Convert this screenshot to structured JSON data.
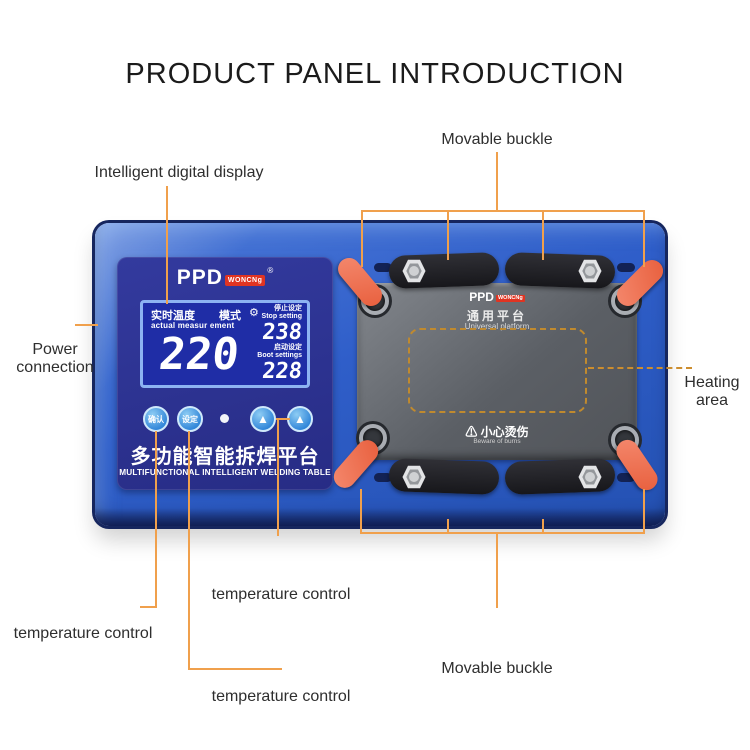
{
  "title": "PRODUCT PANEL INTRODUCTION",
  "annotations": {
    "movable_buckle_top": "Movable buckle",
    "intelligent_digital_display": "Intelligent digital display",
    "power_line1": "Power",
    "power_line2": "connection",
    "heating_line1": "Heating",
    "heating_line2": "area",
    "temperature_control_left": "temperature control",
    "temperature_control_middle": "temperature control",
    "temperature_control_bottom": "temperature control",
    "movable_buckle_bottom": "Movable buckle"
  },
  "device": {
    "brand": {
      "name": "PPD",
      "badge": "WONCNg",
      "registered": "®"
    },
    "display": {
      "realtime_temp_cn": "实时温度",
      "mode_cn": "模式",
      "mode_icon": "⚙",
      "realtime_temp_en": "actual measur ement",
      "current_temp": "220",
      "stop_setting_cn": "停止设定",
      "stop_setting_en": "Stop setting",
      "stop_setting_value": "238",
      "boot_setting_cn": "启动设定",
      "boot_setting_en": "Boot settings",
      "boot_setting_value": "228"
    },
    "buttons": {
      "confirm": "确认",
      "set": "设定",
      "up_icon": "▲"
    },
    "panel_title_cn": "多功能智能拆焊平台",
    "panel_title_en": "MULTIFUNCTIONAL INTELLIGENT WELDING TABLE",
    "platform": {
      "brand": "PPD",
      "brand_badge": "WONCNg",
      "universal_cn": "通用平台",
      "universal_en": "Universal platform",
      "warning_icon": "⚠",
      "warning_cn": "小心烫伤",
      "warning_en": "Beware of burns"
    }
  },
  "colors": {
    "device_blue": "#2c59c2",
    "panel_navy": "#2b3191",
    "lcd_blue": "#1f2da6",
    "leader_orange": "#f0a04c",
    "heating_dash_orange": "#cc8d2e",
    "handle_orange": "#ee6b49",
    "badge_red": "#e03422"
  }
}
